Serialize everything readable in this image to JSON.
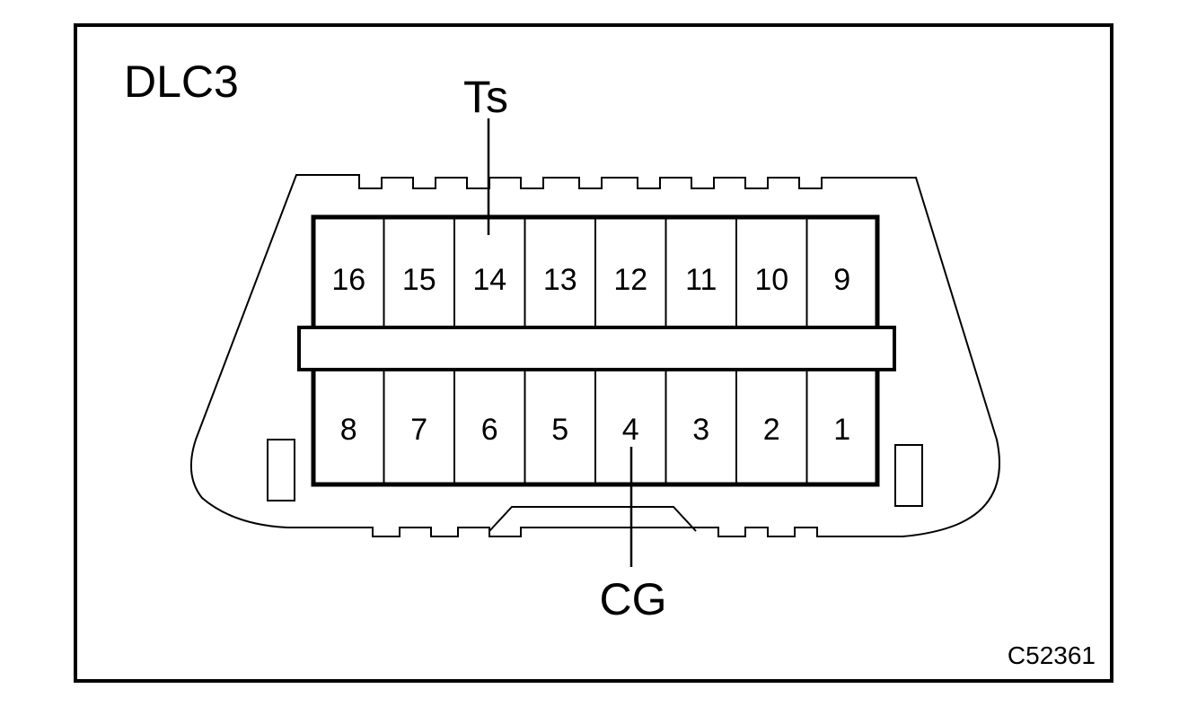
{
  "title": "DLC3",
  "figure_code": "C52361",
  "callouts": {
    "top": "Ts",
    "bottom": "CG"
  },
  "pins_top": [
    "16",
    "15",
    "14",
    "13",
    "12",
    "11",
    "10",
    "9"
  ],
  "pins_bottom": [
    "8",
    "7",
    "6",
    "5",
    "4",
    "3",
    "2",
    "1"
  ]
}
